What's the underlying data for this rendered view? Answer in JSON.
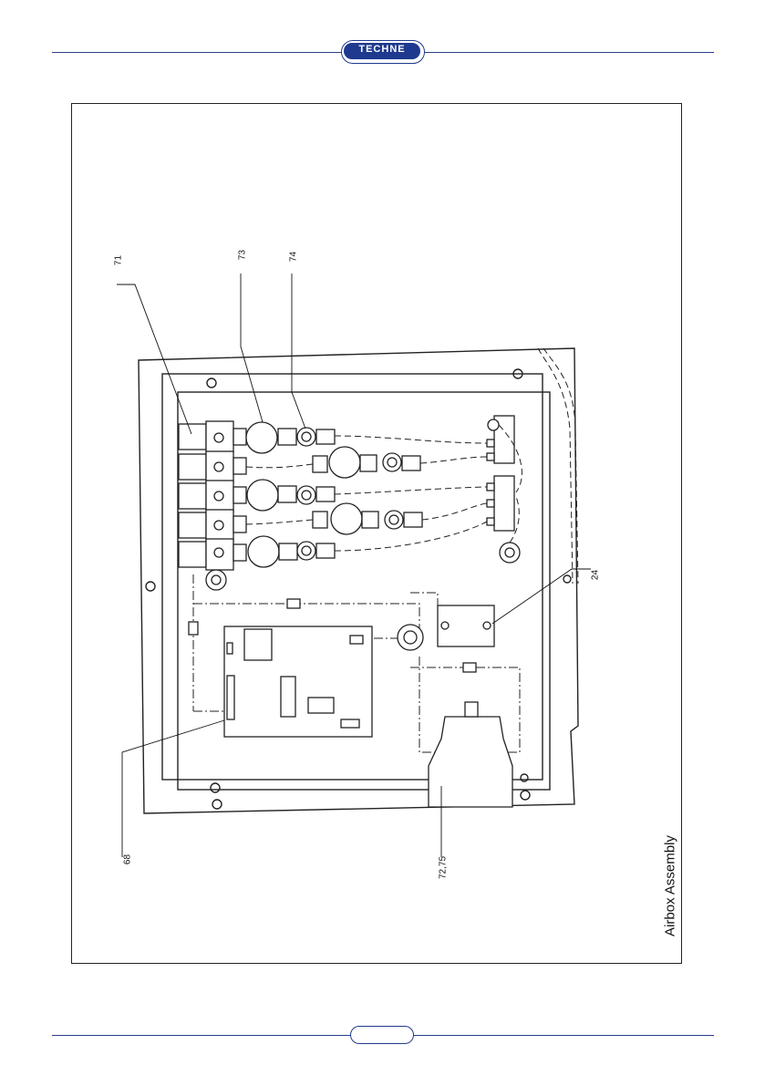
{
  "header": {
    "logo_text": "TECHNE",
    "rule_color": "#2d3e8c",
    "logo_color": "#1e3a8f"
  },
  "figure": {
    "caption": "Airbox Assembly",
    "callouts": [
      "71",
      "73",
      "74",
      "24",
      "68",
      "72,75"
    ]
  }
}
